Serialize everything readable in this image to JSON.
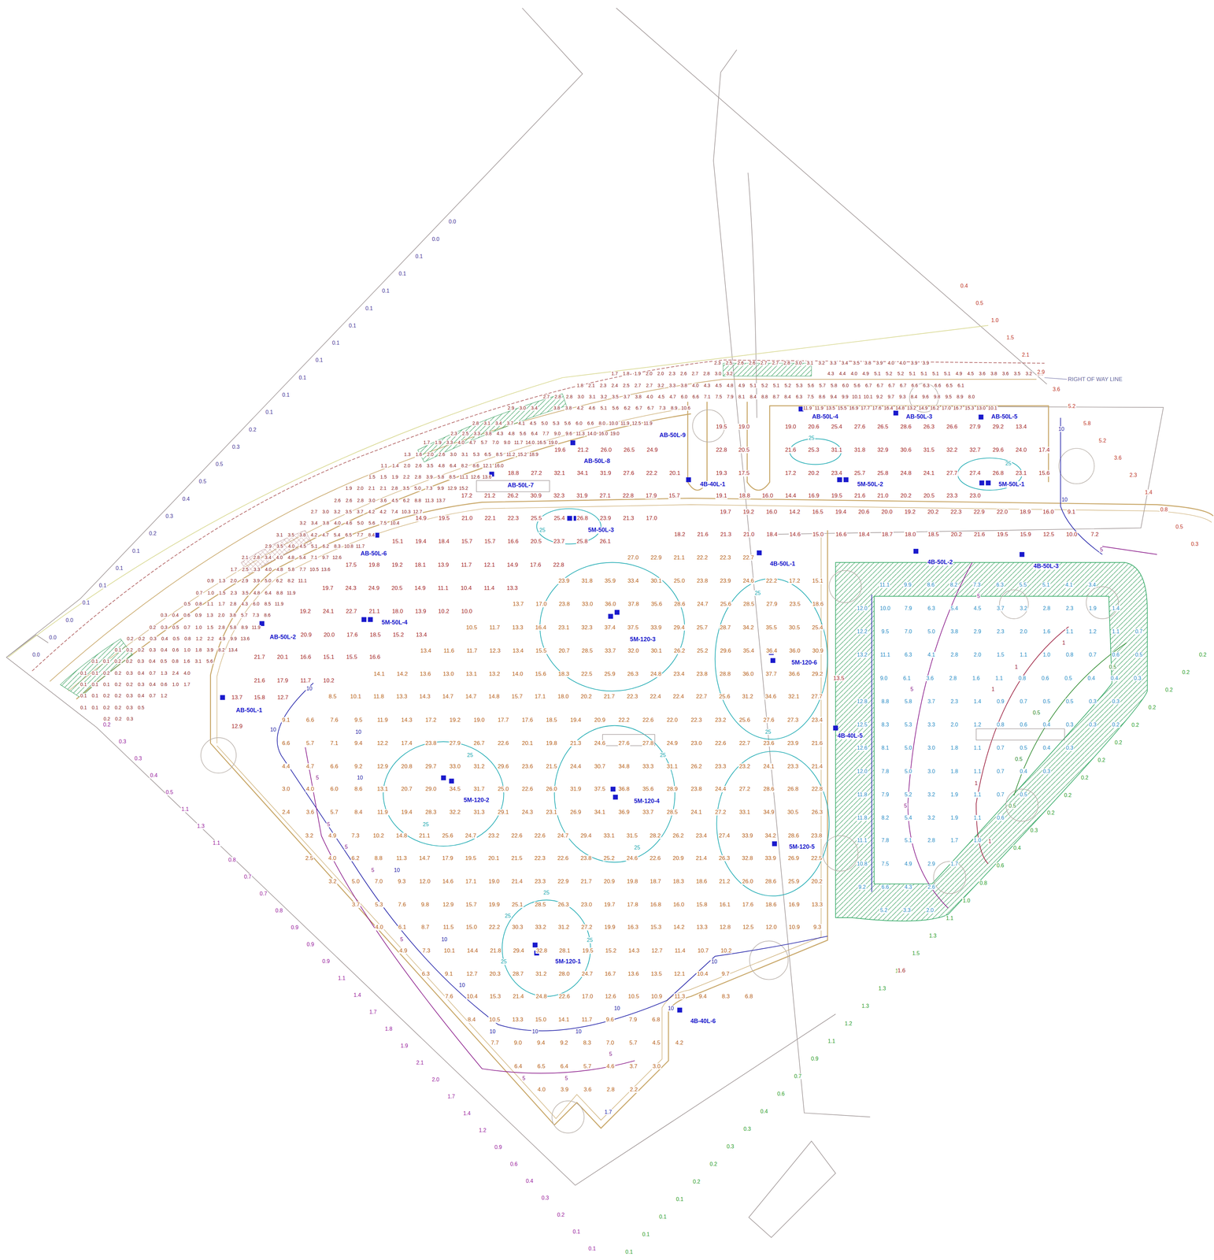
{
  "diagram": {
    "labels": [
      "2.3",
      "2.5",
      "2.6",
      "2.6",
      "2.7",
      "2.7",
      "2.8",
      "3.0",
      "3.1",
      "3.2",
      "3.3",
      "3.4",
      "3.5",
      "3.8",
      "3.9",
      "4.0",
      "4.0",
      "3.9",
      "3.9",
      "1.7",
      "1.8",
      "1.9",
      "2.0",
      "2.0",
      "2.3",
      "2.6",
      "2.7",
      "2.8",
      "3.0",
      "3.2",
      "4.3",
      "4.4",
      "4.0",
      "4.9",
      "5.1",
      "5.2",
      "5.2",
      "5.1",
      "5.1",
      "5.1",
      "5.1",
      "4.9",
      "4.5",
      "3.6",
      "3.8",
      "3.6",
      "3.5",
      "3.2",
      "2.9",
      "1.8",
      "2.1",
      "2.3",
      "2.4",
      "2.5",
      "2.7",
      "2.7",
      "3.2",
      "3.3",
      "3.8",
      "4.0",
      "4.3",
      "4.5",
      "4.8",
      "4.9",
      "5.1",
      "5.2",
      "5.1",
      "5.2",
      "5.3",
      "5.6",
      "5.7",
      "5.8",
      "6.0",
      "5.6",
      "6.7",
      "6.7",
      "6.7",
      "6.7",
      "6.6",
      "6.3",
      "6.6",
      "6.5",
      "6.1",
      "2.7",
      "2.8",
      "2.8",
      "3.0",
      "3.1",
      "3.2",
      "3.5",
      "3.7",
      "3.8",
      "4.0",
      "4.5",
      "4.7",
      "6.0",
      "6.6",
      "7.1",
      "7.5",
      "7.9",
      "8.1",
      "8.4",
      "8.8",
      "8.7",
      "8.4",
      "6.3",
      "7.5",
      "8.6",
      "9.4",
      "9.9",
      "10.1",
      "10.1",
      "9.2",
      "9.7",
      "9.3",
      "8.4",
      "9.6",
      "9.8",
      "9.5",
      "8.9",
      "8.0",
      "2.9",
      "3.0",
      "3.4",
      "3.8",
      "3.8",
      "4.2",
      "4.6",
      "5.1",
      "5.6",
      "6.2",
      "6.7",
      "6.7",
      "7.3",
      "8.9",
      "10.6",
      "11.9",
      "11.9",
      "13.5",
      "15.5",
      "16.9",
      "17.7",
      "17.6",
      "16.4",
      "14.8",
      "13.2",
      "14.9",
      "16.2",
      "17.0",
      "16.7",
      "15.3",
      "13.0",
      "10.1",
      "2.8",
      "3.1",
      "3.4",
      "3.7",
      "4.1",
      "4.5",
      "5.0",
      "5.3",
      "5.6",
      "6.0",
      "6.6",
      "8.0",
      "10.0",
      "11.9",
      "12.5",
      "11.9",
      "2.3",
      "2.5",
      "3.3",
      "3.8",
      "4.3",
      "4.8",
      "5.6",
      "6.4",
      "7.7",
      "9.0",
      "9.6",
      "11.3",
      "14.0",
      "16.0",
      "19.0",
      "1.7",
      "1.9",
      "3.3",
      "4.0",
      "4.7",
      "5.7",
      "7.0",
      "9.0",
      "11.7",
      "14.0",
      "16.5",
      "19.0",
      "1.3",
      "1.6",
      "2.0",
      "2.6",
      "3.0",
      "3.1",
      "5.3",
      "6.5",
      "8.5",
      "11.2",
      "15.2",
      "18.9",
      "1.1",
      "1.4",
      "2.0",
      "2.6",
      "3.5",
      "4.8",
      "6.4",
      "8.2",
      "8.6",
      "12.1",
      "16.0",
      "1.5",
      "1.5",
      "1.9",
      "2.2",
      "2.8",
      "3.9",
      "5.8",
      "8.5",
      "11.1",
      "12.6",
      "13.6",
      "1.9",
      "2.0",
      "2.1",
      "2.1",
      "2.8",
      "3.5",
      "5.0",
      "7.3",
      "9.9",
      "12.9",
      "15.2",
      "2.6",
      "2.6",
      "2.8",
      "3.0",
      "3.6",
      "4.5",
      "6.2",
      "8.8",
      "11.3",
      "13.7",
      "2.7",
      "3.0",
      "3.2",
      "3.5",
      "3.7",
      "4.2",
      "4.2",
      "7.4",
      "10.3",
      "12.7",
      "3.2",
      "3.4",
      "3.8",
      "4.0",
      "4.6",
      "5.0",
      "5.6",
      "7.5",
      "10.4",
      "3.1",
      "3.5",
      "3.8",
      "4.2",
      "4.7",
      "5.4",
      "6.5",
      "7.7",
      "8.4",
      "2.9",
      "3.5",
      "4.0",
      "4.5",
      "5.1",
      "6.2",
      "8.3",
      "10.8",
      "11.7",
      "2.1",
      "2.8",
      "3.4",
      "4.0",
      "4.8",
      "5.4",
      "7.1",
      "9.7",
      "12.6",
      "1.7",
      "2.5",
      "3.3",
      "4.0",
      "4.8",
      "5.8",
      "7.7",
      "10.5",
      "13.6",
      "0.9",
      "1.3",
      "2.0",
      "2.9",
      "3.9",
      "5.0",
      "6.2",
      "8.2",
      "11.1",
      "0.7",
      "1.0",
      "1.5",
      "2.3",
      "3.5",
      "4.8",
      "6.4",
      "8.8",
      "11.9",
      "0.5",
      "0.8",
      "1.1",
      "1.7",
      "2.8",
      "4.3",
      "6.0",
      "8.5",
      "11.9",
      "0.3",
      "0.4",
      "0.6",
      "0.9",
      "1.3",
      "2.0",
      "3.8",
      "5.7",
      "7.3",
      "8.6",
      "0.2",
      "0.3",
      "0.5",
      "0.7",
      "1.0",
      "1.5",
      "2.8",
      "5.8",
      "8.9",
      "11.9",
      "0.2",
      "0.2",
      "0.3",
      "0.4",
      "0.5",
      "0.8",
      "1.2",
      "2.2",
      "4.9",
      "9.9",
      "13.6",
      "0.1",
      "0.2",
      "0.2",
      "0.3",
      "0.4",
      "0.6",
      "1.0",
      "1.8",
      "3.9",
      "8.2",
      "13.4",
      "0.1",
      "0.1",
      "0.2",
      "0.2",
      "0.3",
      "0.4",
      "0.5",
      "0.8",
      "1.6",
      "3.1",
      "5.6",
      "0.1",
      "0.1",
      "0.2",
      "0.2",
      "0.3",
      "0.4",
      "0.7",
      "1.3",
      "2.4",
      "4.0",
      "0.1",
      "0.1",
      "0.1",
      "0.2",
      "0.2",
      "0.3",
      "0.4",
      "0.6",
      "1.0",
      "1.7",
      "0.1",
      "0.1",
      "0.2",
      "0.2",
      "0.3",
      "0.4",
      "0.7",
      "1.2",
      "0.1",
      "0.1",
      "0.2",
      "0.2",
      "0.3",
      "0.5",
      "0.2",
      "0.2",
      "0.3",
      "19.5",
      "19.0",
      "19.0",
      "20.6",
      "25.4",
      "27.6",
      "26.5",
      "28.6",
      "26.3",
      "26.6",
      "27.9",
      "29.2",
      "13.4",
      "19.6",
      "21.2",
      "26.0",
      "26.5",
      "24.9",
      "22.8",
      "20.5",
      "21.6",
      "25.3",
      "31.1",
      "31.8",
      "32.9",
      "30.6",
      "31.5",
      "32.2",
      "32.7",
      "29.6",
      "24.0",
      "17.4",
      "18.8",
      "27.2",
      "32.1",
      "34.1",
      "31.9",
      "27.6",
      "22.2",
      "20.1",
      "19.3",
      "17.5",
      "17.2",
      "20.2",
      "23.4",
      "25.7",
      "25.8",
      "24.8",
      "24.1",
      "27.7",
      "27.4",
      "26.8",
      "23.1",
      "15.6",
      "17.2",
      "21.2",
      "26.2",
      "30.9",
      "32.3",
      "31.9",
      "27.1",
      "22.8",
      "17.9",
      "15.7",
      "19.1",
      "18.8",
      "16.0",
      "14.4",
      "16.9",
      "19.5",
      "21.6",
      "21.0",
      "20.2",
      "20.5",
      "23.3",
      "23.0",
      "19.7",
      "19.2",
      "16.0",
      "14.2",
      "16.5",
      "19.4",
      "20.6",
      "20.0",
      "19.2",
      "20.2",
      "22.3",
      "22.9",
      "22.0",
      "18.9",
      "16.0",
      "9.1",
      "14.9",
      "19.5",
      "21.0",
      "22.1",
      "22.3",
      "25.5",
      "25.4",
      "26.8",
      "23.9",
      "21.3",
      "17.0",
      "18.2",
      "21.6",
      "21.3",
      "21.0",
      "18.4",
      "14.6",
      "15.0",
      "16.6",
      "18.4",
      "18.7",
      "18.0",
      "18.5",
      "20.2",
      "21.6",
      "19.5",
      "15.9",
      "12.5",
      "10.0",
      "7.2",
      "15.1",
      "19.4",
      "18.4",
      "15.7",
      "15.7",
      "16.6",
      "20.5",
      "23.7",
      "25.8",
      "26.1",
      "27.0",
      "22.9",
      "21.1",
      "22.2",
      "22.3",
      "22.7",
      "17.5",
      "19.8",
      "19.2",
      "18.1",
      "13.9",
      "11.7",
      "12.1",
      "14.9",
      "17.6",
      "22.8",
      "19.7",
      "24.3",
      "24.9",
      "20.5",
      "14.9",
      "11.1",
      "10.4",
      "11.4",
      "13.3",
      "19.2",
      "24.1",
      "22.7",
      "21.1",
      "18.0",
      "13.9",
      "10.2",
      "10.0",
      "20.9",
      "20.0",
      "17.6",
      "18.5",
      "15.2",
      "13.4",
      "21.7",
      "20.1",
      "16.6",
      "15.1",
      "15.5",
      "16.6",
      "21.6",
      "17.9",
      "11.7",
      "10.2",
      "23.9",
      "31.8",
      "35.9",
      "33.4",
      "30.1",
      "25.0",
      "23.8",
      "23.9",
      "24.6",
      "22.2",
      "17.2",
      "15.1",
      "13.7",
      "17.0",
      "23.8",
      "33.0",
      "36.0",
      "37.8",
      "35.6",
      "28.6",
      "24.7",
      "25.6",
      "28.5",
      "27.9",
      "23.5",
      "18.6",
      "10.5",
      "11.7",
      "13.3",
      "16.4",
      "23.1",
      "32.3",
      "37.4",
      "37.5",
      "33.9",
      "29.4",
      "25.7",
      "28.7",
      "34.2",
      "35.5",
      "30.5",
      "25.4",
      "13.4",
      "11.6",
      "11.7",
      "12.3",
      "13.4",
      "15.5",
      "20.7",
      "28.5",
      "33.7",
      "32.0",
      "30.1",
      "26.2",
      "25.2",
      "29.6",
      "35.4",
      "36.4",
      "36.0",
      "30.9",
      "14.1",
      "14.2",
      "13.6",
      "13.0",
      "13.1",
      "13.2",
      "14.0",
      "15.6",
      "18.3",
      "22.5",
      "25.9",
      "26.3",
      "24.8",
      "23.4",
      "23.8",
      "28.8",
      "36.0",
      "37.7",
      "36.6",
      "29.2",
      "8.5",
      "10.1",
      "11.8",
      "13.3",
      "14.3",
      "14.7",
      "14.7",
      "14.8",
      "15.7",
      "17.1",
      "18.0",
      "20.2",
      "21.7",
      "22.3",
      "22.4",
      "22.4",
      "22.7",
      "25.6",
      "31.2",
      "34.6",
      "32.1",
      "27.7",
      "9.1",
      "6.6",
      "7.6",
      "9.5",
      "11.9",
      "14.3",
      "17.2",
      "19.2",
      "19.0",
      "17.7",
      "17.6",
      "18.5",
      "19.4",
      "20.9",
      "22.2",
      "22.6",
      "22.0",
      "22.3",
      "23.2",
      "25.6",
      "27.6",
      "27.3",
      "23.4",
      "6.6",
      "5.7",
      "7.1",
      "9.4",
      "12.2",
      "17.4",
      "23.8",
      "27.9",
      "26.7",
      "22.6",
      "20.1",
      "19.8",
      "21.3",
      "24.6",
      "27.6",
      "27.8",
      "24.9",
      "23.0",
      "22.6",
      "22.7",
      "23.6",
      "23.9",
      "21.6",
      "4.4",
      "4.7",
      "6.6",
      "9.2",
      "12.9",
      "20.8",
      "29.7",
      "33.0",
      "31.2",
      "29.6",
      "23.6",
      "21.5",
      "24.4",
      "30.7",
      "34.8",
      "33.3",
      "31.1",
      "26.2",
      "23.3",
      "23.2",
      "24.1",
      "23.3",
      "21.4",
      "3.0",
      "4.0",
      "6.0",
      "8.6",
      "13.1",
      "20.7",
      "29.0",
      "34.5",
      "31.7",
      "25.0",
      "22.6",
      "26.0",
      "31.9",
      "37.5",
      "36.8",
      "35.6",
      "28.9",
      "23.8",
      "24.4",
      "27.2",
      "28.6",
      "26.8",
      "22.8",
      "2.4",
      "3.6",
      "5.7",
      "8.4",
      "11.9",
      "19.4",
      "28.3",
      "32.2",
      "31.3",
      "29.1",
      "24.3",
      "23.1",
      "26.9",
      "34.1",
      "36.9",
      "33.7",
      "28.5",
      "24.1",
      "27.2",
      "33.1",
      "34.9",
      "30.5",
      "26.3",
      "3.2",
      "4.9",
      "7.3",
      "10.2",
      "14.8",
      "21.1",
      "25.6",
      "24.7",
      "23.2",
      "22.6",
      "22.6",
      "24.7",
      "29.4",
      "33.1",
      "31.5",
      "28.2",
      "26.2",
      "23.4",
      "27.4",
      "33.9",
      "34.2",
      "28.6",
      "23.8",
      "2.5",
      "4.0",
      "6.2",
      "8.8",
      "11.3",
      "14.7",
      "17.9",
      "19.5",
      "20.1",
      "21.5",
      "22.3",
      "22.6",
      "23.8",
      "25.2",
      "24.6",
      "22.6",
      "20.9",
      "21.4",
      "26.3",
      "32.8",
      "33.9",
      "26.9",
      "22.5",
      "3.2",
      "5.0",
      "7.0",
      "9.3",
      "12.0",
      "14.6",
      "17.1",
      "19.0",
      "21.4",
      "23.3",
      "22.9",
      "21.7",
      "20.9",
      "19.8",
      "18.7",
      "18.3",
      "18.6",
      "21.2",
      "26.0",
      "28.6",
      "25.9",
      "20.2",
      "3.7",
      "5.3",
      "7.6",
      "9.8",
      "12.9",
      "15.7",
      "19.9",
      "25.1",
      "28.5",
      "26.3",
      "23.0",
      "19.7",
      "17.8",
      "16.8",
      "16.0",
      "15.8",
      "16.1",
      "17.6",
      "18.6",
      "16.9",
      "13.3",
      "4.0",
      "6.1",
      "8.7",
      "11.5",
      "15.0",
      "22.2",
      "30.3",
      "33.2",
      "31.2",
      "27.2",
      "19.9",
      "16.3",
      "15.3",
      "14.2",
      "13.3",
      "12.8",
      "12.5",
      "12.0",
      "10.9",
      "9.3",
      "4.9",
      "7.3",
      "10.1",
      "14.4",
      "21.8",
      "29.4",
      "32.8",
      "28.1",
      "19.5",
      "15.2",
      "14.3",
      "12.7",
      "11.4",
      "10.7",
      "10.2",
      "6.3",
      "9.1",
      "12.7",
      "20.3",
      "28.7",
      "31.2",
      "28.0",
      "24.7",
      "16.7",
      "13.6",
      "13.5",
      "12.1",
      "10.4",
      "9.7",
      "7.6",
      "10.4",
      "15.3",
      "21.4",
      "24.8",
      "22.6",
      "17.0",
      "12.6",
      "10.5",
      "10.9",
      "11.3",
      "9.4",
      "8.3",
      "6.8",
      "8.4",
      "10.5",
      "13.3",
      "15.0",
      "14.1",
      "11.7",
      "9.6",
      "7.9",
      "6.8",
      "7.7",
      "9.0",
      "9.4",
      "9.2",
      "8.3",
      "7.0",
      "5.7",
      "4.5",
      "4.2",
      "6.4",
      "6.5",
      "6.4",
      "5.7",
      "4.6",
      "3.7",
      "3.0",
      "4.0",
      "3.9",
      "3.6",
      "2.8",
      "2.2",
      "11.1",
      "9.9",
      "8.6",
      "8.2",
      "7.3",
      "6.3",
      "5.5",
      "5.1",
      "4.1",
      "3.4",
      "12.0",
      "10.0",
      "7.9",
      "6.3",
      "5.4",
      "4.5",
      "3.7",
      "3.2",
      "2.8",
      "2.3",
      "1.9",
      "1.4",
      "12.2",
      "9.5",
      "7.0",
      "5.0",
      "3.8",
      "2.9",
      "2.3",
      "2.0",
      "1.6",
      "1.1",
      "1.2",
      "1.1",
      "0.7",
      "13.2",
      "11.1",
      "6.3",
      "4.1",
      "2.8",
      "2.0",
      "1.5",
      "1.1",
      "1.0",
      "0.8",
      "0.7",
      "0.6",
      "0.5",
      "9.0",
      "6.1",
      "3.6",
      "2.8",
      "1.6",
      "1.1",
      "0.8",
      "0.6",
      "0.5",
      "0.4",
      "0.4",
      "0.3",
      "12.8",
      "8.8",
      "5.8",
      "3.7",
      "2.3",
      "1.4",
      "0.9",
      "0.7",
      "0.5",
      "0.5",
      "0.3",
      "0.3",
      "12.5",
      "8.3",
      "5.3",
      "3.3",
      "2.0",
      "1.2",
      "0.8",
      "0.6",
      "0.4",
      "0.3",
      "0.3",
      "0.2",
      "12.6",
      "8.1",
      "5.0",
      "3.0",
      "1.8",
      "1.1",
      "0.7",
      "0.5",
      "0.4",
      "0.3",
      "12.0",
      "7.8",
      "5.0",
      "3.0",
      "1.8",
      "1.1",
      "0.7",
      "0.4",
      "0.3",
      "11.8",
      "7.9",
      "5.2",
      "3.2",
      "1.9",
      "1.1",
      "0.7",
      "0.5",
      "11.8",
      "8.2",
      "5.4",
      "3.2",
      "1.9",
      "1.1",
      "0.6",
      "11.1",
      "7.8",
      "5.1",
      "2.8",
      "1.7",
      "1.0",
      "10.8",
      "7.5",
      "4.9",
      "2.9",
      "1.7",
      "9.2",
      "6.6",
      "4.3",
      "2.6",
      "5.2",
      "3.3",
      "2.0",
      "0.0",
      "0.0",
      "0.1",
      "0.1",
      "0.1",
      "0.1",
      "0.1",
      "0.1",
      "0.1",
      "0.1",
      "0.1",
      "0.1",
      "0.2",
      "0.3",
      "0.5",
      "0.5",
      "0.4",
      "0.3",
      "0.2",
      "0.1",
      "0.1",
      "0.1",
      "0.1",
      "0.0",
      "0.0",
      "0.0",
      "0.2",
      "0.3",
      "0.3",
      "0.4",
      "0.5",
      "1.1",
      "1.3",
      "1.1",
      "0.8",
      "0.7",
      "0.7",
      "0.8",
      "0.9",
      "0.9",
      "0.9",
      "1.1",
      "1.4",
      "1.7",
      "1.8",
      "1.9",
      "2.1",
      "2.0",
      "1.7",
      "1.4",
      "1.2",
      "0.9",
      "0.6",
      "0.4",
      "0.3",
      "0.2",
      "0.1",
      "0.1",
      "0.2",
      "0.2",
      "0.2",
      "0.2",
      "0.2",
      "0.2",
      "0.2",
      "0.2",
      "0.2",
      "0.2",
      "0.3",
      "0.4",
      "0.6",
      "0.8",
      "1.0",
      "1.1",
      "1.3",
      "1.5",
      "1.5",
      "1.3",
      "1.3",
      "1.2",
      "1.1",
      "0.9",
      "0.7",
      "0.6",
      "0.4",
      "0.3",
      "0.3",
      "0.2",
      "0.2",
      "0.1",
      "0.1",
      "0.1",
      "0.1",
      "0.4",
      "0.5",
      "1.0",
      "1.5",
      "2.1",
      "2.9",
      "3.6",
      "5.2",
      "5.8",
      "5.2",
      "3.6",
      "2.3",
      "1.4",
      "0.8",
      "0.5",
      "0.3",
      "13.7",
      "15.8",
      "12.7",
      "12.9",
      "13.5",
      "1.6",
      "AB-50L-1",
      "AB-50L-2",
      "AB-50L-3",
      "AB-50L-4",
      "AB-50L-5",
      "AB-50L-6",
      "AB-50L-7",
      "AB-50L-8",
      "AB-50L-9",
      "4B-40L-1",
      "4B-40L-5",
      "4B-40L-6",
      "4B-50L-1",
      "4B-50L-2",
      "4B-50L-3",
      "5M-50L-1",
      "5M-50L-2",
      "5M-50L-3",
      "5M-50L-4",
      "5M-120-1",
      "5M-120-2",
      "5M-120-3",
      "5M-120-4",
      "5M-120-5",
      "5M-120-6",
      "RIGHT OF WAY LINE",
      "10",
      "10",
      "10",
      "10",
      "10",
      "10",
      "10",
      "10",
      "10",
      "10",
      "10",
      "10",
      "10",
      "10",
      "10",
      "25",
      "25",
      "25",
      "25",
      "25",
      "25",
      "25",
      "25",
      "25",
      "25",
      "25",
      "25",
      "25",
      "5",
      "5",
      "5",
      "5",
      "5",
      "5",
      "5",
      "5",
      "5",
      "5",
      "5",
      "5",
      "1",
      "1",
      "1",
      "1",
      "1",
      "0.5",
      "0.5",
      "0.5",
      "0.5",
      "1.7"
    ]
  }
}
